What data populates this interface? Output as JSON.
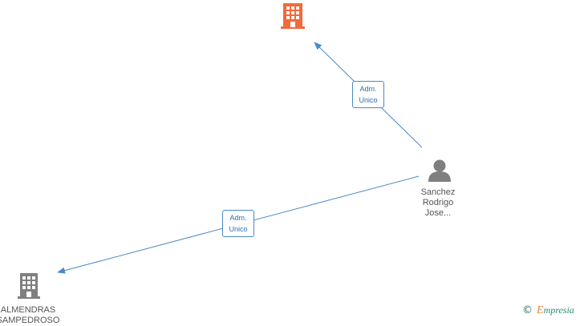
{
  "nodes": {
    "company_top": {
      "label": "",
      "icon": "building-icon",
      "color": "#f26a3b"
    },
    "company_bottom": {
      "label_line1": "ALMENDRAS",
      "label_line2": "SAMPEDROSO",
      "icon": "building-icon",
      "color": "#7f7f7f"
    },
    "person": {
      "label_line1": "Sanchez",
      "label_line2": "Rodrigo",
      "label_line3": "Jose...",
      "icon": "person-icon",
      "color": "#7f7f7f"
    }
  },
  "edges": [
    {
      "from": "person",
      "to": "company_top",
      "label_line1": "Adm.",
      "label_line2": "Unico"
    },
    {
      "from": "person",
      "to": "company_bottom",
      "label_line1": "Adm.",
      "label_line2": "Unico"
    }
  ],
  "colors": {
    "edge": "#4a89c8"
  },
  "footer": {
    "copyright": "©",
    "brand_initial": "E",
    "brand_rest": "mpresia"
  }
}
